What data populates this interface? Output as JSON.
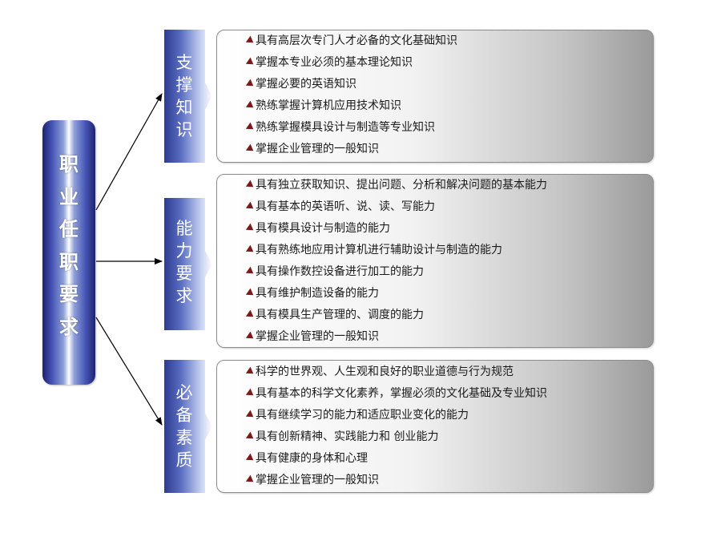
{
  "root": {
    "chars": [
      "职",
      "业",
      "任",
      "职",
      "要",
      "求"
    ]
  },
  "categories": [
    {
      "chars": [
        "支",
        "撑",
        "知",
        "识"
      ],
      "items": [
        "具有高层次专门人才必备的文化基础知识",
        "掌握本专业必须的基本理论知识",
        "掌握必要的英语知识",
        "熟练掌握计算机应用技术知识",
        "熟练掌握模具设计与制造等专业知识",
        "掌握企业管理的一般知识"
      ]
    },
    {
      "chars": [
        "能",
        "力",
        "要",
        "求"
      ],
      "items": [
        "具有独立获取知识、提出问题、分析和解决问题的基本能力",
        "具有基本的英语听、说、读、写能力",
        "具有模具设计与制造的能力",
        "具有熟练地应用计算机进行辅助设计与制造的能力",
        "具有操作数控设备进行加工的能力",
        "具有维护制造设备的能力",
        "具有模具生产管理的、调度的能力",
        "掌握企业管理的一般知识"
      ]
    },
    {
      "chars": [
        "必",
        "备",
        "素",
        "质"
      ],
      "items": [
        "科学的世界观、人生观和良好的职业道德与行为规范",
        "具有基本的科学文化素养，掌握必须的文化基础及专业知识",
        "具有继续学习的能力和适应职业变化的能力",
        "具有创新精神、实践能力和 创业能力",
        "具有健康的身体和心理",
        "掌握企业管理的一般知识"
      ]
    }
  ],
  "colors": {
    "root_dark": "#1d2370",
    "tab_dark": "#2d3a8f",
    "bullet": "#7a1a1a",
    "text": "#1a1a1a"
  },
  "icons": {
    "bullet": "arrow-bullet-icon"
  }
}
